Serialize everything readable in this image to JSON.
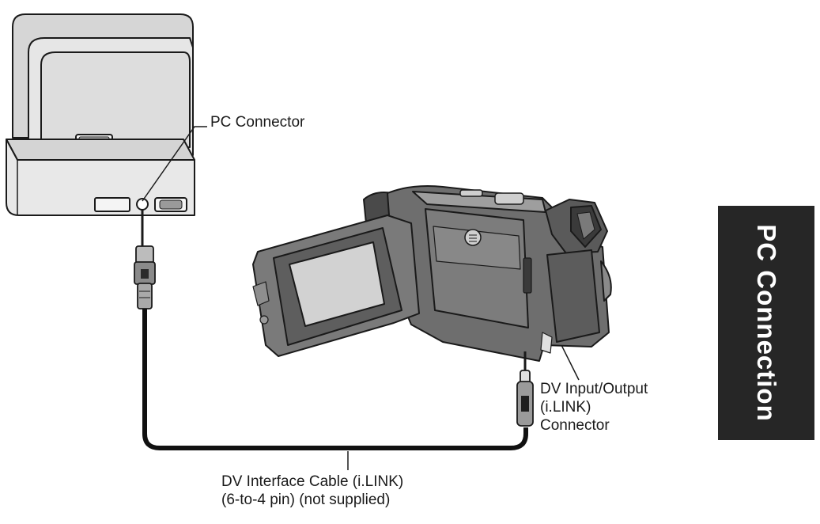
{
  "labels": {
    "pc_connector": "PC Connector",
    "dv_io": [
      "DV Input/Output",
      "(i.LINK)",
      "Connector"
    ],
    "cable": [
      "DV Interface Cable (i.LINK)",
      "(6-to-4 pin) (not supplied)"
    ]
  },
  "section_tab": {
    "text": "PC Connection",
    "background": "#262626",
    "text_color": "#ffffff"
  },
  "colors": {
    "line": "#1a1a1a",
    "device_fill": "#e4e4e4",
    "camera_body": "#6e6e6e"
  }
}
